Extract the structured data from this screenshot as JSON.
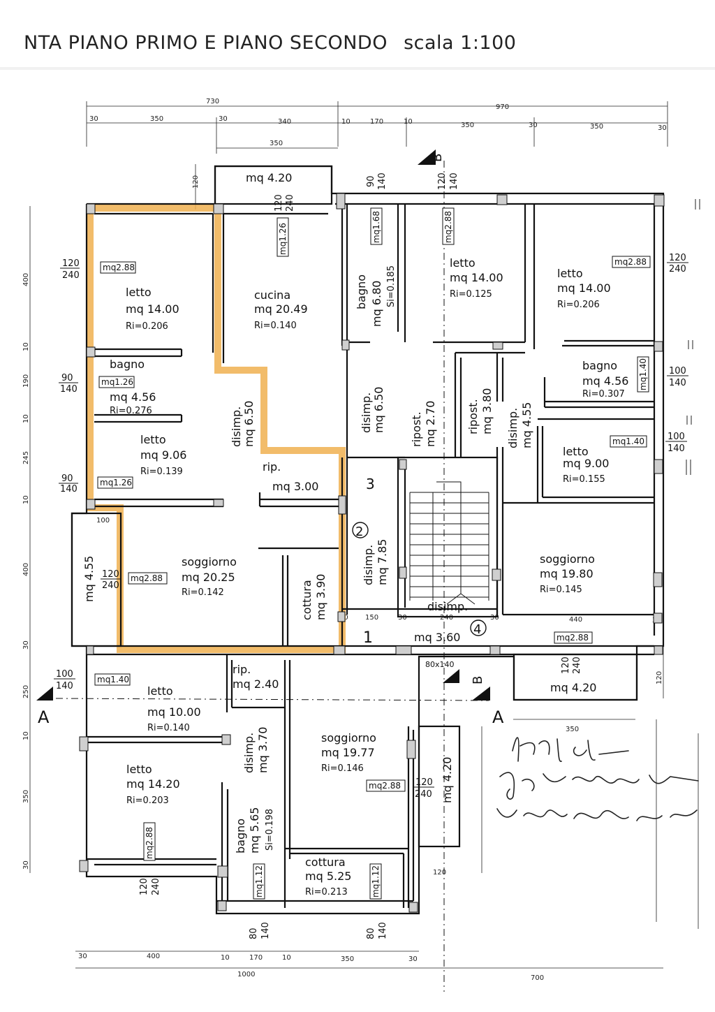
{
  "title": "NTA PIANO PRIMO E PIANO SECONDO",
  "scale": "scala 1:100",
  "rooms": [
    {
      "name": "letto",
      "area": "mq 14.00",
      "ri": "Ri=0.206"
    },
    {
      "name": "cucina",
      "area": "mq 20.49",
      "ri": "Ri=0.140"
    },
    {
      "name": "bagno",
      "area": "mq 4.56",
      "ri": "Ri=0.276"
    },
    {
      "name": "letto",
      "area": "mq 9.06",
      "ri": "Ri=0.139"
    },
    {
      "name": "soggiorno",
      "area": "mq 20.25",
      "ri": "Ri=0.142"
    },
    {
      "name": "rip.",
      "area": "mq 3.00",
      "ri": ""
    },
    {
      "name": "bagno",
      "area": "mq 6.80",
      "ri": "Si=0.185"
    },
    {
      "name": "letto",
      "area": "mq 14.00",
      "ri": "Ri=0.125"
    },
    {
      "name": "letto",
      "area": "mq 14.00",
      "ri": "Ri=0.206"
    },
    {
      "name": "bagno",
      "area": "mq 4.56",
      "ri": "Ri=0.307"
    },
    {
      "name": "letto",
      "area": "mq 9.00",
      "ri": "Ri=0.155"
    },
    {
      "name": "soggiorno",
      "area": "mq 19.80",
      "ri": "Ri=0.145"
    },
    {
      "name": "letto",
      "area": "mq 10.00",
      "ri": "Ri=0.140"
    },
    {
      "name": "letto",
      "area": "mq 14.20",
      "ri": "Ri=0.203"
    },
    {
      "name": "soggiorno",
      "area": "mq 19.77",
      "ri": "Ri=0.146"
    },
    {
      "name": "cottura",
      "area": "mq 5.25",
      "ri": "Ri=0.213"
    },
    {
      "name": "rip.",
      "area": "mq 2.40",
      "ri": ""
    }
  ],
  "rotated_rooms": [
    {
      "name": "disimp.",
      "area": "mq 6.50"
    },
    {
      "name": "disimp.",
      "area": "mq 6.50"
    },
    {
      "name": "ripost.",
      "area": "mq 2.70"
    },
    {
      "name": "ripost.",
      "area": "mq 3.80"
    },
    {
      "name": "disimp.",
      "area": "mq 4.55"
    },
    {
      "name": "disimp.",
      "area": "mq 7.85"
    },
    {
      "name": "cottura",
      "area": "mq 3.90"
    },
    {
      "name": "disimp.",
      "area": "mq 3.70"
    },
    {
      "name": "bagno",
      "area": "mq 5.65",
      "ri": "Si=0.198"
    }
  ],
  "balconies": [
    "mq 4.20",
    "mq 4.55",
    "mq 4.20",
    "mq 4.20"
  ],
  "disimp_label": "disimp.",
  "disimp_area": "mq 3.60",
  "windows": [
    "mq2.88",
    "mq1.26",
    "mq1.26",
    "mq2.88",
    "mq1.68",
    "mq2.88",
    "mq2.88",
    "mq1.40",
    "mq1.40",
    "mq2.88",
    "mq1.40",
    "mq2.88",
    "mq2.88",
    "mq1.12",
    "mq1.12",
    "mq1.26"
  ],
  "window_sizes": [
    "120",
    "240",
    "90",
    "140",
    "100",
    "140",
    "80",
    "140",
    "80x140"
  ],
  "section_markers": [
    "A",
    "A",
    "B",
    "B"
  ],
  "axis_markers": [
    "1",
    "2",
    "3",
    "4"
  ],
  "top_dims": [
    "730",
    "970",
    "30",
    "350",
    "30",
    "340",
    "10",
    "170",
    "10",
    "350",
    "30",
    "350",
    "30",
    "350"
  ],
  "bottom_dims": [
    "30",
    "400",
    "10",
    "170",
    "10",
    "350",
    "30",
    "1000",
    "700",
    "350"
  ],
  "left_dims": [
    "400",
    "10",
    "190",
    "10",
    "245",
    "10",
    "400",
    "30",
    "250",
    "10",
    "350",
    "30"
  ],
  "other_dims": [
    "120",
    "100",
    "120",
    "30",
    "150",
    "30",
    "240",
    "30",
    "440",
    "30",
    "120"
  ],
  "signature_color": "#222222",
  "highlight_color": "#f0b050"
}
